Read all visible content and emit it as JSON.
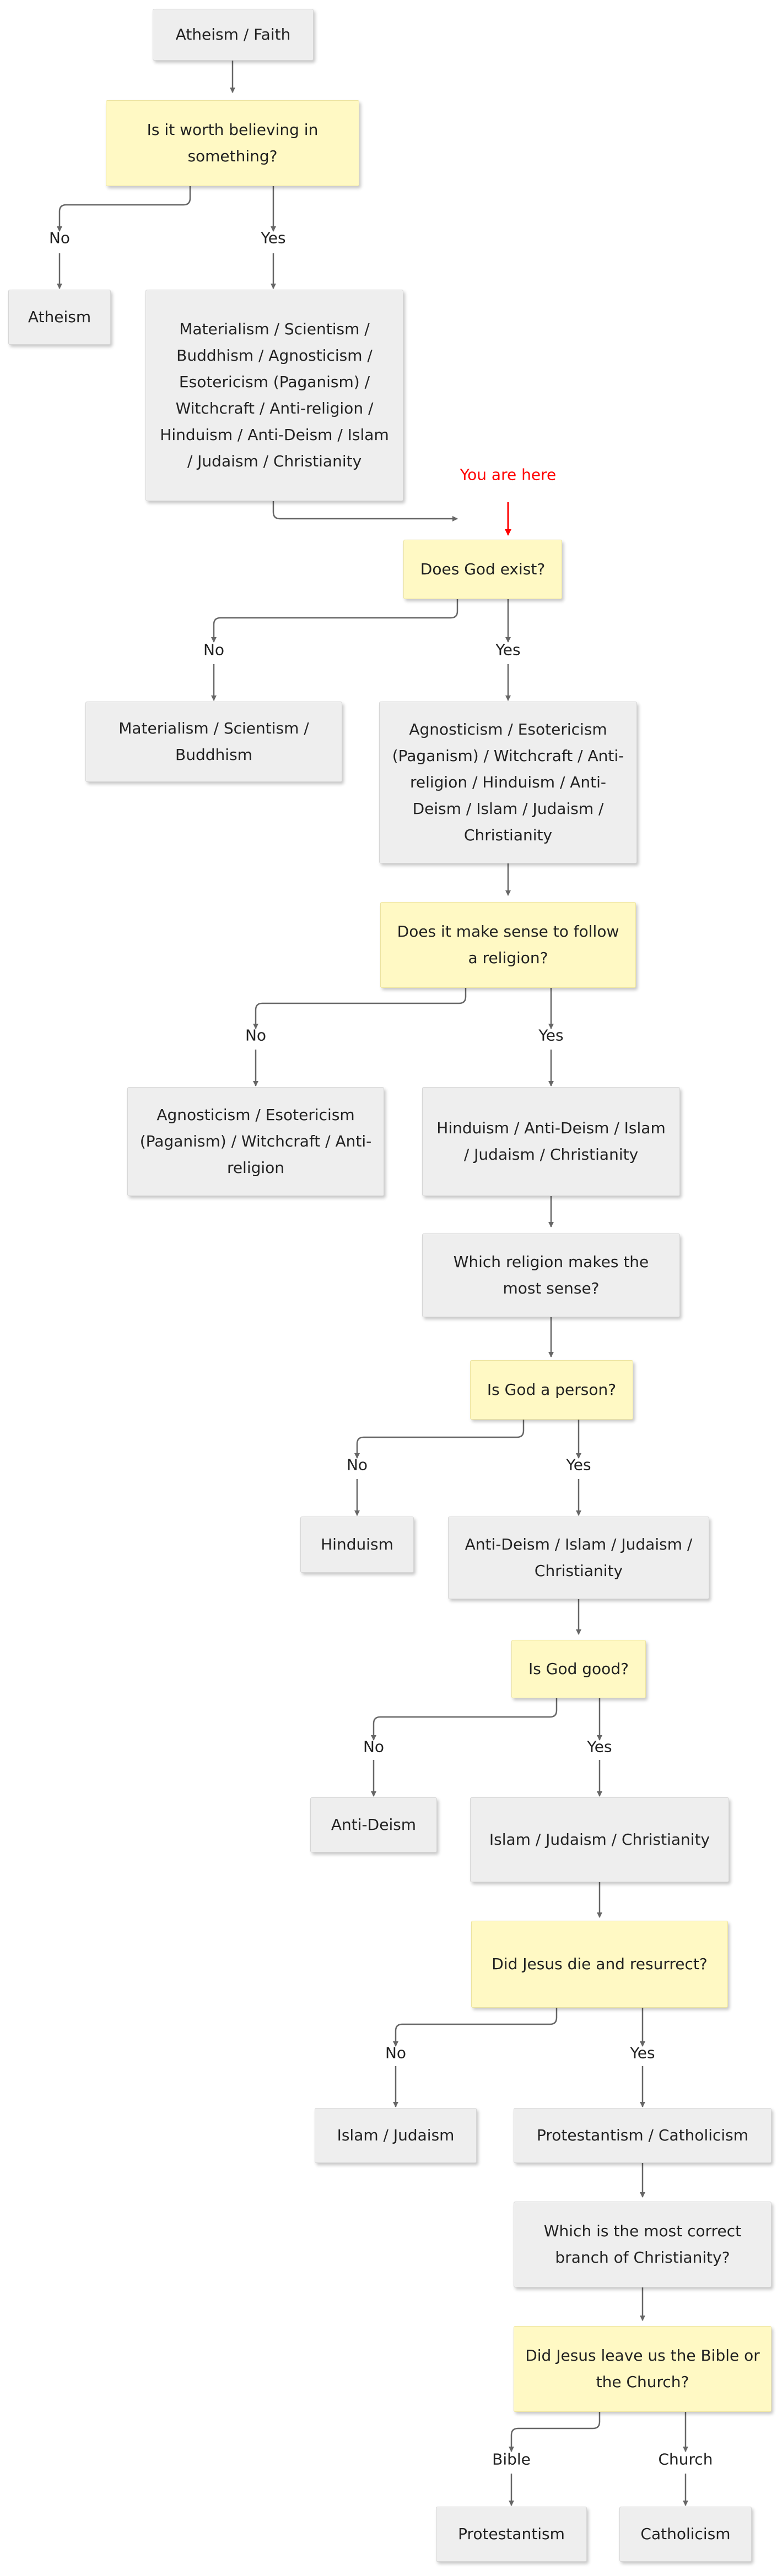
{
  "nodes": {
    "start": "Atheism / Faith",
    "q_worth_believing": "Is it worth believing in something?",
    "atheism": "Atheism",
    "faith_options": "Materialism / Scientism / Buddhism / Agnosticism / Esotericism (Paganism) / Witchcraft / Anti-religion / Hinduism / Anti-Deism / Islam / Judaism / Christianity",
    "q_god_exist": "Does God exist?",
    "no_god_options": "Materialism / Scientism / Buddhism",
    "god_options": "Agnosticism / Esotericism (Paganism) / Witchcraft / Anti-religion / Hinduism / Anti-Deism / Islam / Judaism / Christianity",
    "q_follow_religion": "Does it make sense to follow a religion?",
    "no_religion_options": "Agnosticism / Esotericism (Paganism) / Witchcraft / Anti-religion",
    "religion_options": "Hinduism / Anti-Deism / Islam / Judaism / Christianity",
    "which_religion": "Which religion makes the most sense?",
    "q_god_person": "Is God a person?",
    "hinduism": "Hinduism",
    "personal_god_options": "Anti-Deism / Islam / Judaism / Christianity",
    "q_god_good": "Is God good?",
    "anti_deism": "Anti-Deism",
    "good_god_options": "Islam / Judaism / Christianity",
    "q_jesus_resurrect": "Did Jesus die and resurrect?",
    "islam_judaism": "Islam / Judaism",
    "christian_options": "Protestantism / Catholicism",
    "which_branch": "Which is the most correct branch of Christianity?",
    "q_bible_church": "Did Jesus leave us the Bible or the Church?",
    "protestantism": "Protestantism",
    "catholicism": "Catholicism"
  },
  "edge_labels": {
    "no": "No",
    "yes": "Yes",
    "bible": "Bible",
    "church": "Church"
  },
  "marker": {
    "text": "You are here",
    "color": "#ff0000"
  },
  "colors": {
    "question_fill": "#fff9c4",
    "answer_fill": "#eeeeee",
    "edge": "#666666"
  }
}
